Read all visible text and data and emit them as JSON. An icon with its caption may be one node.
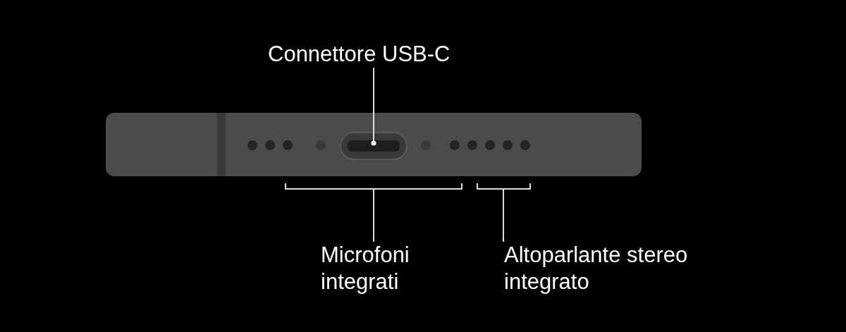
{
  "diagram": {
    "nodes": [
      {
        "text": [
          "Connettore USB-C"
        ]
      },
      {
        "text": [],
        "shape": "box"
      },
      {
        "text": [
          "Microfoni integrati"
        ]
      },
      {
        "text": [
          "Altoparlante stereo integrato"
        ]
      }
    ],
    "edges": [
      {
        "from": 0,
        "to": 1,
        "arrow": "other"
      },
      {
        "from": 2,
        "to": null,
        "arrow": "none"
      },
      {
        "from": 3,
        "to": null,
        "arrow": "none"
      }
    ]
  }
}
